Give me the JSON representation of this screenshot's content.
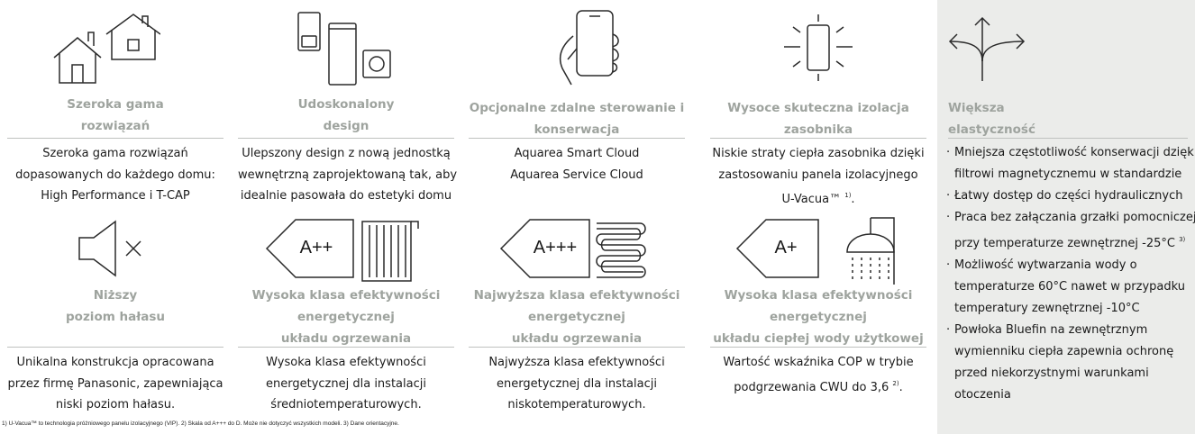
{
  "features": [
    {
      "id": "range",
      "icon": "houses-icon",
      "title": "Szeroka gama\nrozwiązań",
      "desc": [
        "Szeroka gama rozwiązań",
        "dopasowanych do każdego domu:",
        "High Performance i T-CAP"
      ]
    },
    {
      "id": "design",
      "icon": "indoor-unit-icon",
      "title": "Udoskonalony\ndesign",
      "desc": [
        "Ulepszony design z nową jednostką",
        "wewnętrzną zaprojektowaną tak, aby",
        "idealnie pasowała do estetyki domu"
      ]
    },
    {
      "id": "remote",
      "icon": "smartphone-hand-icon",
      "title": "Opcjonalne zdalne sterowanie i\nkonserwacja",
      "desc": [
        "Aquarea Smart Cloud",
        "Aquarea Service Cloud"
      ]
    },
    {
      "id": "insulation",
      "icon": "insulation-panel-icon",
      "title": "Wysoce skuteczna izolacja\nzasobnika",
      "desc": [
        "Niskie straty ciepła zasobnika dzięki",
        "zastosowaniu panela izolacyjnego"
      ],
      "desc_sup_text": "U-Vacua™",
      "desc_sup": "1)",
      "desc_sup_tail": "."
    },
    {
      "id": "noise",
      "icon": "speaker-mute-icon",
      "title": "Niższy\npoziom hałasu",
      "desc": [
        "Unikalna konstrukcja opracowana",
        "przez firmę Panasonic, zapewniająca",
        "niski poziom hałasu."
      ]
    },
    {
      "id": "heating",
      "icon": "energy-class-radiator-icon",
      "badge": "A++",
      "title": "Wysoka klasa efektywności\nenergetycznej\nukładu ogrzewania",
      "desc": [
        "Wysoka klasa efektywności",
        "energetycznej dla instalacji",
        "średniotemperaturowych."
      ]
    },
    {
      "id": "heating_top",
      "icon": "energy-class-floor-heating-icon",
      "badge": "A+++",
      "title": "Najwyższa klasa efektywności\nenergetycznej\nukładu ogrzewania",
      "desc": [
        "Najwyższa klasa efektywności",
        "energetycznej dla instalacji",
        "niskotemperaturowych."
      ]
    },
    {
      "id": "dhw",
      "icon": "energy-class-shower-icon",
      "badge": "A+",
      "title": "Wysoka klasa efektywności\nenergetycznej\nukładu ciepłej wody użytkowej",
      "desc": [
        "Wartość wskaźnika COP w trybie"
      ],
      "desc_sup_text": "podgrzewania CWU do 3,6",
      "desc_sup": "2)",
      "desc_sup_tail": "."
    }
  ],
  "flexibility": {
    "icon": "branching-arrows-icon",
    "title": "Większa\nelastyczność",
    "items": [
      {
        "lines": [
          "Mniejsza częstotliwość konserwacji dzięki",
          "filtrowi magnetycznemu w standardzie"
        ]
      },
      {
        "lines": [
          "Łatwy dostęp do części hydraulicznych"
        ]
      },
      {
        "lines": [
          "Praca bez załączania grzałki pomocniczej"
        ],
        "last": "przy temperaturze zewnętrznej -25°C",
        "sup": "3)"
      },
      {
        "lines": [
          "Możliwość wytwarzania wody o",
          "temperaturze 60°C nawet w przypadku",
          "temperatury zewnętrznej -10°C"
        ]
      },
      {
        "lines": [
          "Powłoka Bluefin na zewnętrznym",
          "wymienniku ciepła zapewnia ochronę",
          "przed niekorzystnymi warunkami",
          "otoczenia"
        ]
      }
    ]
  },
  "bullet": "·",
  "footnote": "1) U-Vacua™ to technologia próżniowego panelu izolacyjnego (VIP). 2) Skala od A+++ do D. Może nie dotyczyć wszystkich modeli. 3) Dane orientacyjne.",
  "colors": {
    "title": "#9ea39e",
    "rule": "#bfc2bf",
    "panel": "#ebecea",
    "icon": "#2a2a2a"
  }
}
